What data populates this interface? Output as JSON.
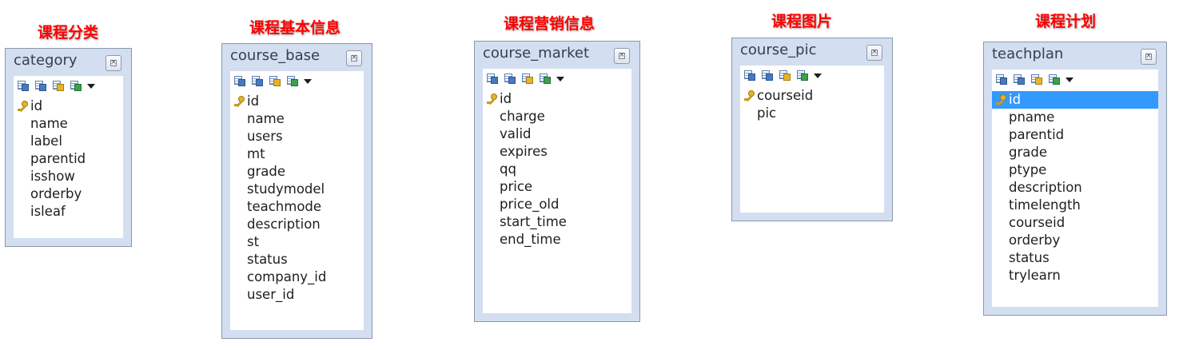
{
  "tables": [
    {
      "caption": "课程分类",
      "name": "category",
      "fields": [
        {
          "name": "id",
          "primary_key": true
        },
        {
          "name": "name"
        },
        {
          "name": "label"
        },
        {
          "name": "parentid"
        },
        {
          "name": "isshow"
        },
        {
          "name": "orderby"
        },
        {
          "name": "isleaf"
        }
      ]
    },
    {
      "caption": "课程基本信息",
      "name": "course_base",
      "fields": [
        {
          "name": "id",
          "primary_key": true
        },
        {
          "name": "name"
        },
        {
          "name": "users"
        },
        {
          "name": "mt"
        },
        {
          "name": "grade"
        },
        {
          "name": "studymodel"
        },
        {
          "name": "teachmode"
        },
        {
          "name": "description"
        },
        {
          "name": "st"
        },
        {
          "name": "status"
        },
        {
          "name": "company_id"
        },
        {
          "name": "user_id"
        }
      ]
    },
    {
      "caption": "课程营销信息",
      "name": "course_market",
      "fields": [
        {
          "name": "id",
          "primary_key": true
        },
        {
          "name": "charge"
        },
        {
          "name": "valid"
        },
        {
          "name": "expires"
        },
        {
          "name": "qq"
        },
        {
          "name": "price"
        },
        {
          "name": "price_old"
        },
        {
          "name": "start_time"
        },
        {
          "name": "end_time"
        }
      ]
    },
    {
      "caption": "课程图片",
      "name": "course_pic",
      "fields": [
        {
          "name": "courseid",
          "primary_key": true
        },
        {
          "name": "pic"
        }
      ]
    },
    {
      "caption": "课程计划",
      "name": "teachplan",
      "fields": [
        {
          "name": "id",
          "primary_key": true,
          "selected": true
        },
        {
          "name": "pname"
        },
        {
          "name": "parentid"
        },
        {
          "name": "grade"
        },
        {
          "name": "ptype"
        },
        {
          "name": "description"
        },
        {
          "name": "timelength"
        },
        {
          "name": "courseid"
        },
        {
          "name": "orderby"
        },
        {
          "name": "status"
        },
        {
          "name": "trylearn"
        }
      ]
    }
  ],
  "toolbar_icons": [
    "table-view-icon",
    "table-copy-icon",
    "table-key-icon",
    "table-add-icon",
    "dropdown-arrow-icon"
  ],
  "colors": {
    "caption": "#ff0000",
    "panel": "#d3dff0",
    "panel_border": "#8a98ac",
    "selected_row": "#3399ff",
    "key": "#e4b52a"
  }
}
